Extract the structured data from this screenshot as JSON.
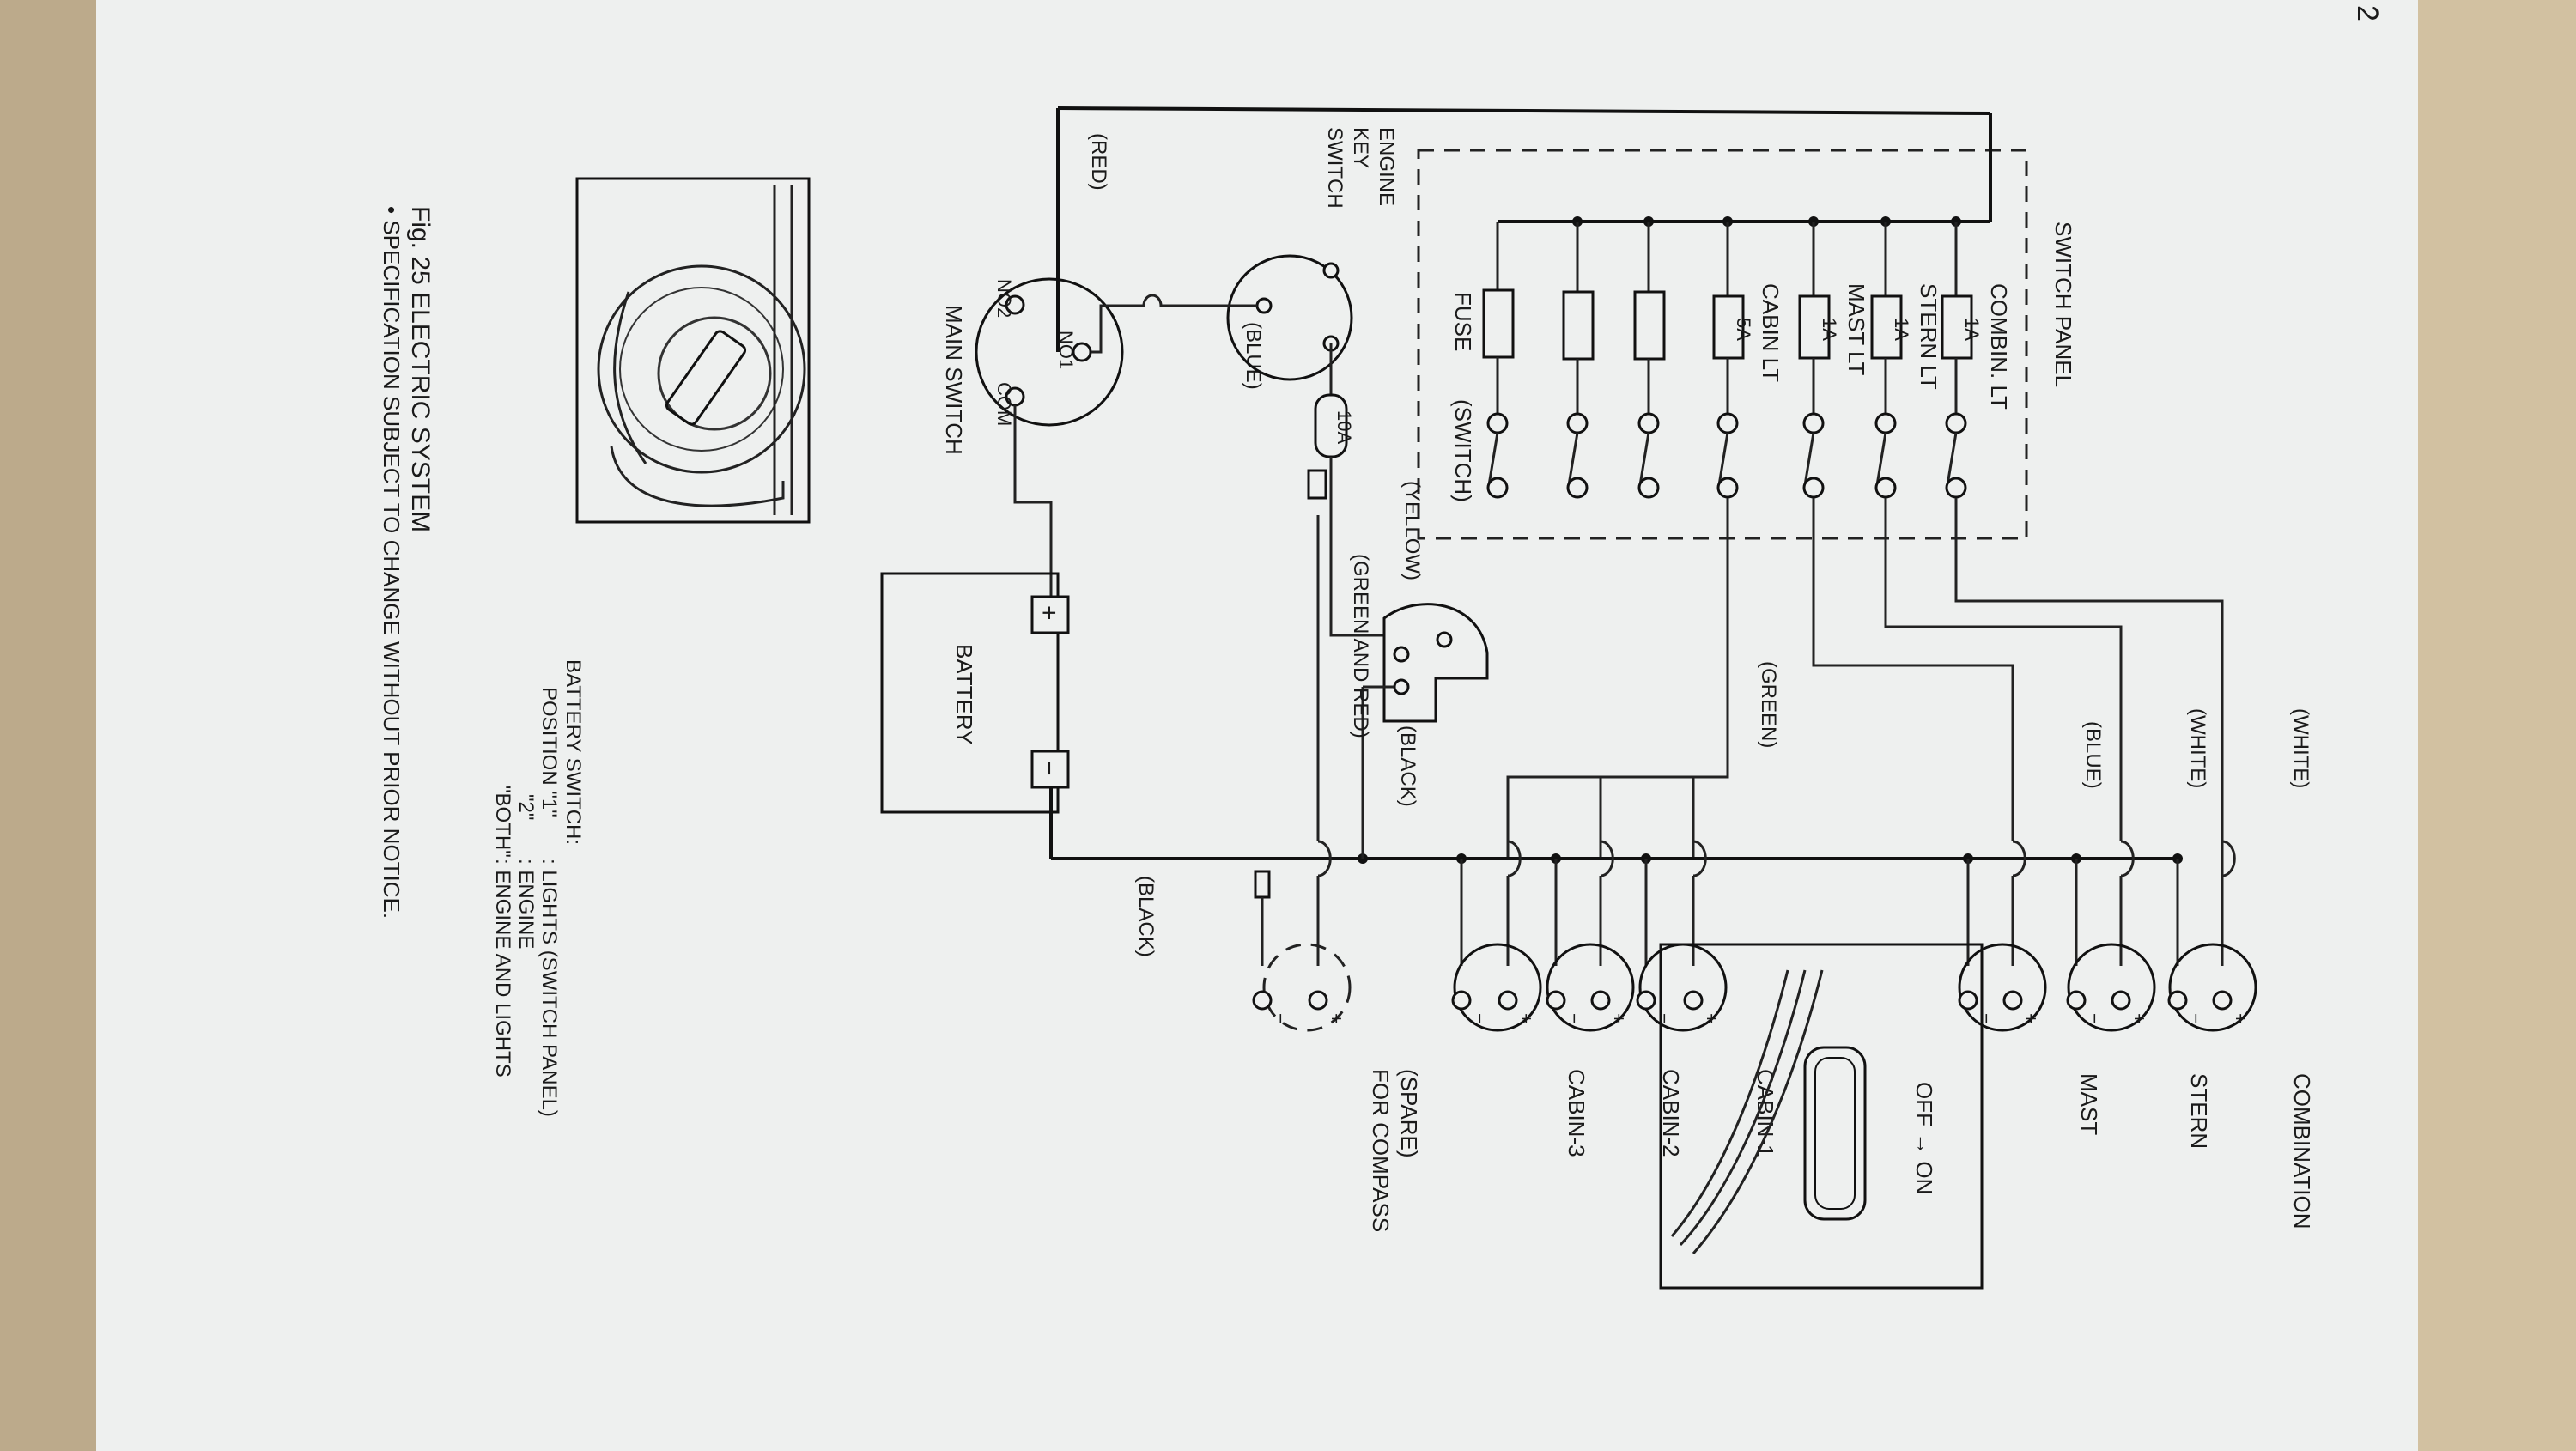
{
  "page_number": "2",
  "figure": {
    "title": "Fig. 25 ELECTRIC SYSTEM",
    "note": "• SPECIFICATION SUBJECT TO CHANGE WITHOUT PRIOR NOTICE."
  },
  "switch_panel": {
    "title": "SWITCH PANEL",
    "rows": [
      {
        "name": "COMBIN. LT",
        "fuse": "1A"
      },
      {
        "name": "STERN LT",
        "fuse": "1A"
      },
      {
        "name": "MAST LT",
        "fuse": "1A"
      },
      {
        "name": "CABIN LT",
        "fuse": "5A"
      },
      {
        "name": "",
        "fuse": ""
      },
      {
        "name": "",
        "fuse": ""
      },
      {
        "name": "",
        "fuse": ""
      }
    ],
    "fuse_label": "FUSE",
    "switch_label": "(SWITCH)"
  },
  "wire_colors": {
    "white_1": "(WHITE)",
    "white_2": "(WHITE)",
    "blue_mast": "(BLUE)",
    "green": "(GREEN)",
    "black_compass": "(BLACK)",
    "green_red": "(GREEN AND RED)",
    "yellow": "(YELLOW)",
    "blue_key": "(BLUE)",
    "red": "(RED)",
    "black_main": "(BLACK)"
  },
  "lights": [
    {
      "name": "COMBINATION",
      "plus": "+",
      "minus": "−"
    },
    {
      "name": "STERN",
      "plus": "+",
      "minus": "−"
    },
    {
      "name": "MAST",
      "plus": "+",
      "minus": "−"
    },
    {
      "name": "CABIN-1",
      "plus": "+",
      "minus": "−"
    },
    {
      "name": "CABIN-2",
      "plus": "+",
      "minus": "−"
    },
    {
      "name": "CABIN-3",
      "plus": "+",
      "minus": "−"
    },
    {
      "name": "(SPARE)",
      "name2": "FOR COMPASS",
      "plus": "+",
      "minus": "−"
    }
  ],
  "switch_inset": {
    "label": "OFF → ON"
  },
  "engine_key_switch": {
    "line1": "ENGINE",
    "line2": "KEY",
    "line3": "SWITCH"
  },
  "fuse_10a": "10A",
  "main_switch": {
    "label": "MAIN SWITCH",
    "no1": "NO1",
    "no2": "NO2",
    "com": "COM"
  },
  "battery": {
    "label": "BATTERY",
    "plus": "+",
    "minus": "−"
  },
  "battery_switch": {
    "heading": "BATTERY SWITCH:",
    "rows": [
      {
        "position": "POSITION \"1\"",
        "value": ": LIGHTS (SWITCH PANEL)"
      },
      {
        "position": "\"2\"",
        "value": ": ENGINE"
      },
      {
        "position": "\"BOTH\"",
        "value": ": ENGINE AND LIGHTS"
      }
    ]
  }
}
